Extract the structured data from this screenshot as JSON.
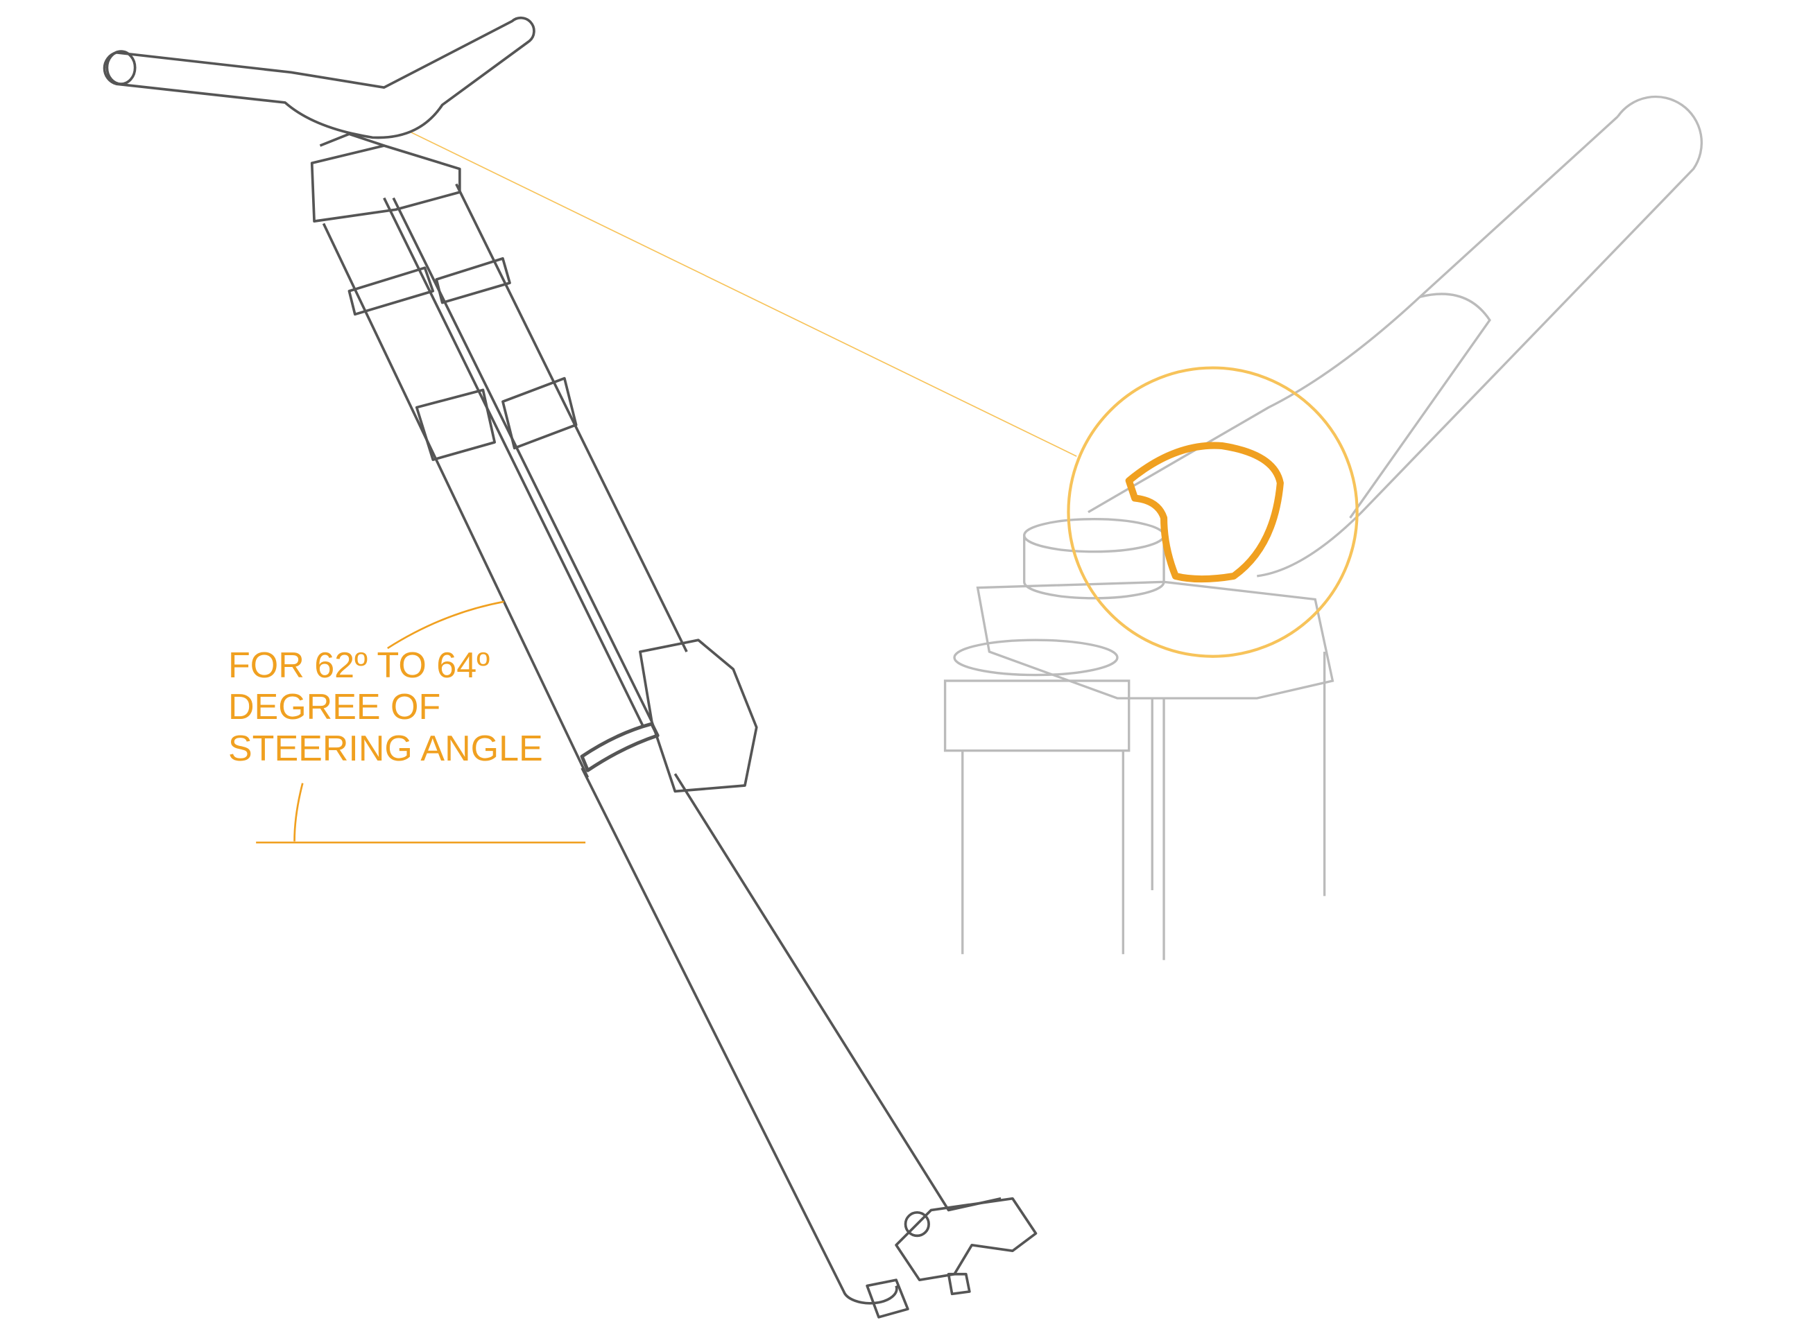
{
  "annotation": {
    "lines": [
      "FOR 62º TO 64º",
      "DEGREE OF",
      "STEERING ANGLE"
    ]
  },
  "colors": {
    "accent": "#f0a020",
    "highlight_circle": "#f7c35a",
    "line_dark": "#555555",
    "line_light": "#bbbbbb"
  }
}
